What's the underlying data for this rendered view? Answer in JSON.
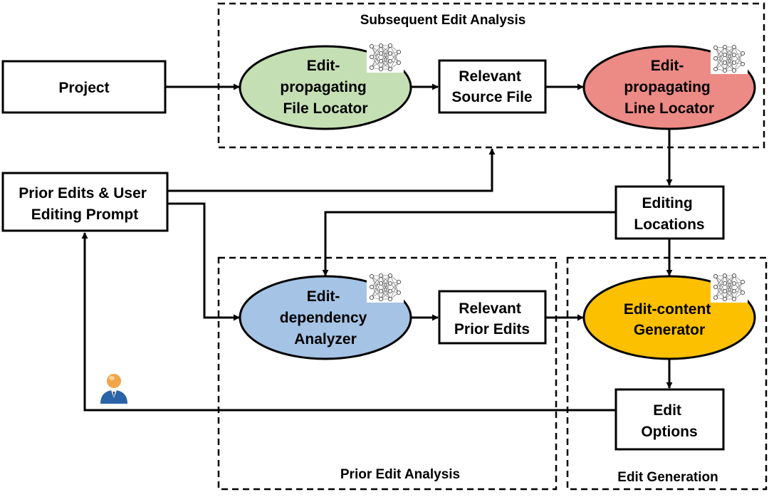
{
  "groups": {
    "subsequent": "Subsequent Edit Analysis",
    "prior": "Prior Edit Analysis",
    "generation": "Edit Generation"
  },
  "nodes": {
    "project": [
      "Project"
    ],
    "prior_edits_prompt": [
      "Prior Edits & User",
      "Editing Prompt"
    ],
    "file_locator": [
      "Edit-",
      "propagating",
      "File Locator"
    ],
    "relevant_source_file": [
      "Relevant",
      "Source File"
    ],
    "line_locator": [
      "Edit-",
      "propagating",
      "Line Locator"
    ],
    "editing_locations": [
      "Editing",
      "Locations"
    ],
    "dependency_analyzer": [
      "Edit-",
      "dependency",
      "Analyzer"
    ],
    "relevant_prior_edits": [
      "Relevant",
      "Prior Edits"
    ],
    "content_generator": [
      "Edit-content",
      "Generator"
    ],
    "edit_options": [
      "Edit",
      "Options"
    ]
  },
  "colors": {
    "file_locator": "#c5dfb4",
    "line_locator": "#ec8a85",
    "dependency_analyzer": "#a4c3e5",
    "content_generator": "#fdc000",
    "stroke": "#000000"
  },
  "icons": {
    "model": "neural-network-icon",
    "user": "user-icon"
  }
}
